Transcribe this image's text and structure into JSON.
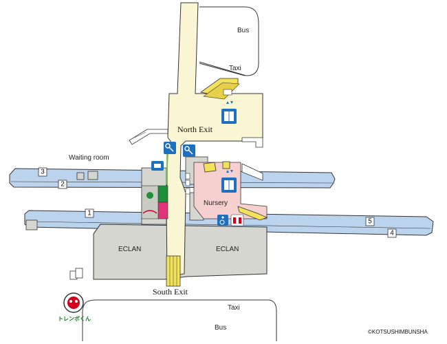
{
  "map": {
    "labels": {
      "bus_north": "Bus",
      "taxi_north": "Taxi",
      "north_exit": "North Exit",
      "south_exit": "South Exit",
      "taxi_south": "Taxi",
      "bus_south": "Bus",
      "waiting_room": "Waiting room",
      "nursery": "Nursery",
      "eclan_left": "ECLAN",
      "eclan_right": "ECLAN",
      "copyright": "©KOTSUSHIMBUNSHA",
      "mascot": "トレンポくん"
    },
    "platforms": [
      "3",
      "2",
      "1",
      "5",
      "4"
    ],
    "icons": {
      "elevator": "elevator-icon",
      "ticket_gate": "ticket-gate-icon",
      "wheelchair": "wheelchair-icon",
      "restroom": "restroom-icon",
      "ticket_machine": "ticket-machine-icon"
    },
    "colors": {
      "concourse": "#faf5d2",
      "platform": "#bcd3ee",
      "building": "#d4d6cf",
      "restroom_area": "#f6cfcf",
      "stairs": "#f2e15a",
      "sign_blue": "#1f6fbf",
      "kiosk_green": "#1f8f3a",
      "kiosk_pink": "#e0357a",
      "kiosk_gray": "#c9cbc3"
    }
  }
}
